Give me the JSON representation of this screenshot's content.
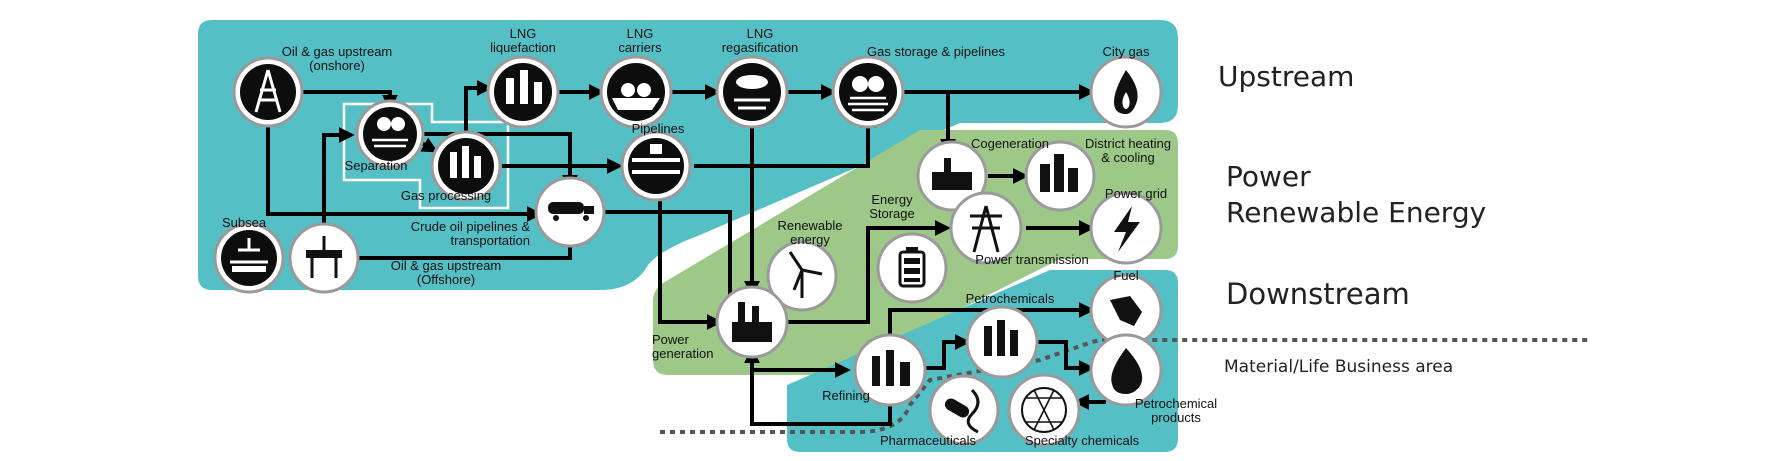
{
  "sections": {
    "upstream": "Upstream",
    "power_line1": "Power",
    "power_line2": "Renewable Energy",
    "downstream": "Downstream",
    "material": "Material/Life Business area"
  },
  "nodes": {
    "oil_onshore": [
      "Oil & gas upstream",
      "(onshore)"
    ],
    "lng_liq": [
      "LNG",
      "liquefaction"
    ],
    "lng_carriers": [
      "LNG",
      "carriers"
    ],
    "lng_regas": [
      "LNG",
      "regasification"
    ],
    "gas_storage": [
      "Gas storage & pipelines"
    ],
    "city_gas": [
      "City gas"
    ],
    "separation": [
      "Separation"
    ],
    "gas_processing": [
      "Gas processing"
    ],
    "pipelines": [
      "Pipelines"
    ],
    "subsea": [
      "Subsea"
    ],
    "crude": [
      "Crude oil pipelines &",
      "transportation"
    ],
    "oil_offshore": [
      "Oil & gas upstream",
      "(Offshore)"
    ],
    "cogeneration": [
      "Cogeneration"
    ],
    "district": [
      "District heating",
      "& cooling"
    ],
    "power_grid": [
      "Power grid"
    ],
    "renewable": [
      "Renewable",
      "energy"
    ],
    "energy_storage": [
      "Energy",
      "Storage"
    ],
    "power_transmission": [
      "Power transmission"
    ],
    "power_generation": [
      "Power",
      "generation"
    ],
    "fuel": [
      "Fuel"
    ],
    "petrochemicals": [
      "Petrochemicals"
    ],
    "refining": [
      "Refining"
    ],
    "petro_products": [
      "Petrochemical",
      "products"
    ],
    "pharma": [
      "Pharmaceuticals"
    ],
    "specialty": [
      "Specialty chemicals"
    ]
  },
  "icons": {
    "oil_onshore": "oil-rig-icon",
    "lng_liq": "liquefaction-plant-icon",
    "lng_carriers": "lng-ship-icon",
    "lng_regas": "regasification-terminal-icon",
    "gas_storage": "gas-storage-tank-icon",
    "city_gas": "flame-icon",
    "separation": "separator-tank-icon",
    "gas_processing": "gas-processing-plant-icon",
    "pipelines": "pipeline-valve-icon",
    "subsea": "subsea-platform-icon",
    "crude": "tanker-truck-icon",
    "oil_offshore": "offshore-platform-icon",
    "cogeneration": "cogeneration-plant-icon",
    "district": "city-buildings-icon",
    "power_grid": "lightning-icon",
    "renewable": "wind-turbine-icon",
    "energy_storage": "battery-icon",
    "power_transmission": "transmission-tower-icon",
    "power_generation": "power-plant-icon",
    "fuel": "fuel-nozzle-icon",
    "petrochemicals": "petrochemical-plant-icon",
    "refining": "refinery-icon",
    "petro_products": "chemical-drop-icon",
    "pharma": "pills-dna-icon",
    "specialty": "molecule-ball-icon"
  },
  "colors": {
    "upstream_bg": "#55bfc6",
    "power_bg": "#9dc888",
    "downstream_bg": "#55bfc6",
    "flow": "#000000",
    "material_line": "#555555"
  }
}
